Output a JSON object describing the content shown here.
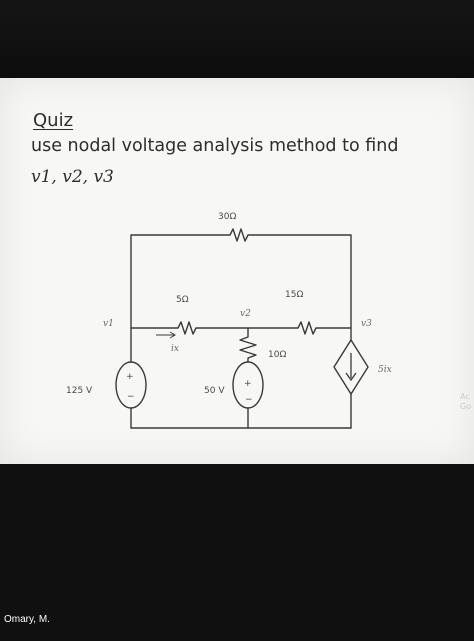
{
  "slide": {
    "title": "Quiz",
    "line1": "use nodal voltage analysis method to find",
    "line2": "v1, v2, v3"
  },
  "circuit": {
    "r_top": "30Ω",
    "r_left": "5Ω",
    "r_right": "15Ω",
    "r_mid": "10Ω",
    "node_v1": "v1",
    "node_v2": "v2",
    "node_v3": "v3",
    "current_ix": "ix",
    "source_left": "125 V",
    "source_mid": "50 V",
    "source_dep": "5ix",
    "plus": "+",
    "minus": "−"
  },
  "edge_text": {
    "line1": "Ac",
    "line2": "Go"
  },
  "presenter_name": "Omary, M."
}
